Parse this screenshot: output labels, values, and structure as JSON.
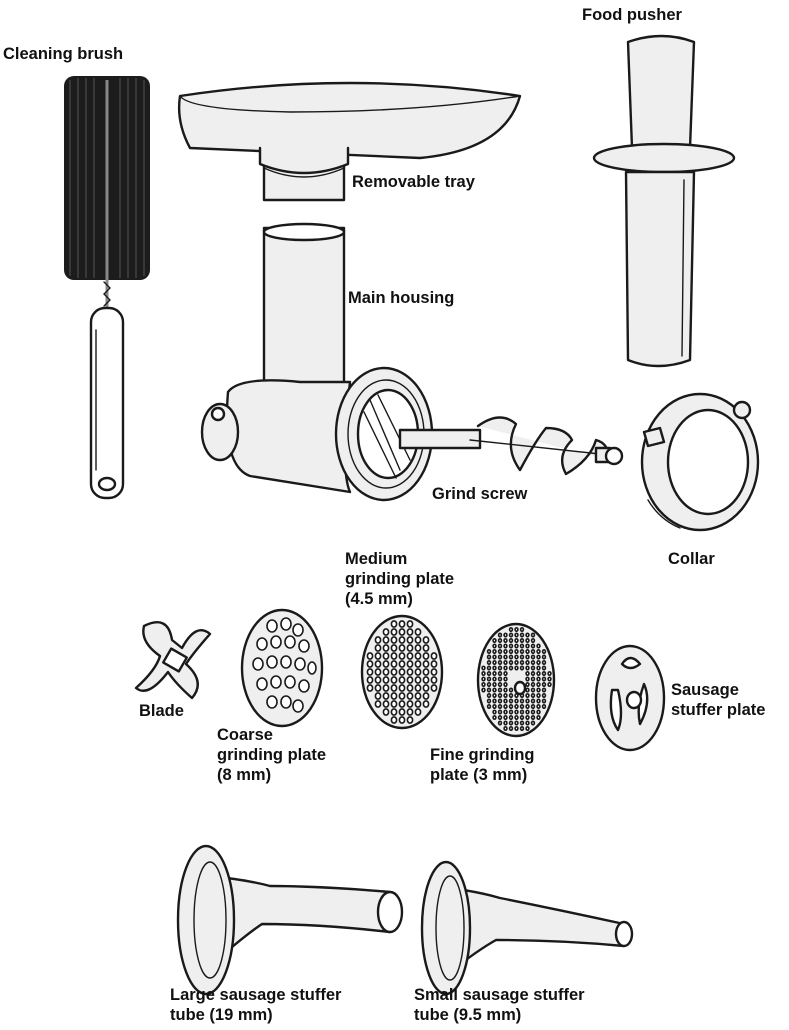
{
  "labels": {
    "food_pusher": "Food pusher",
    "cleaning_brush": "Cleaning brush",
    "removable_tray": "Removable tray",
    "main_housing": "Main housing",
    "grind_screw": "Grind screw",
    "collar": "Collar",
    "medium_plate": [
      "Medium",
      "grinding plate",
      "(4.5 mm)"
    ],
    "blade": "Blade",
    "coarse_plate": [
      "Coarse",
      "grinding plate",
      "(8 mm)"
    ],
    "fine_plate": [
      "Fine grinding",
      "plate (3 mm)"
    ],
    "sausage_plate": [
      "Sausage",
      "stuffer plate"
    ],
    "large_tube": [
      "Large sausage stuffer",
      "tube (19 mm)"
    ],
    "small_tube": [
      "Small sausage stuffer",
      "tube (9.5 mm)"
    ]
  }
}
